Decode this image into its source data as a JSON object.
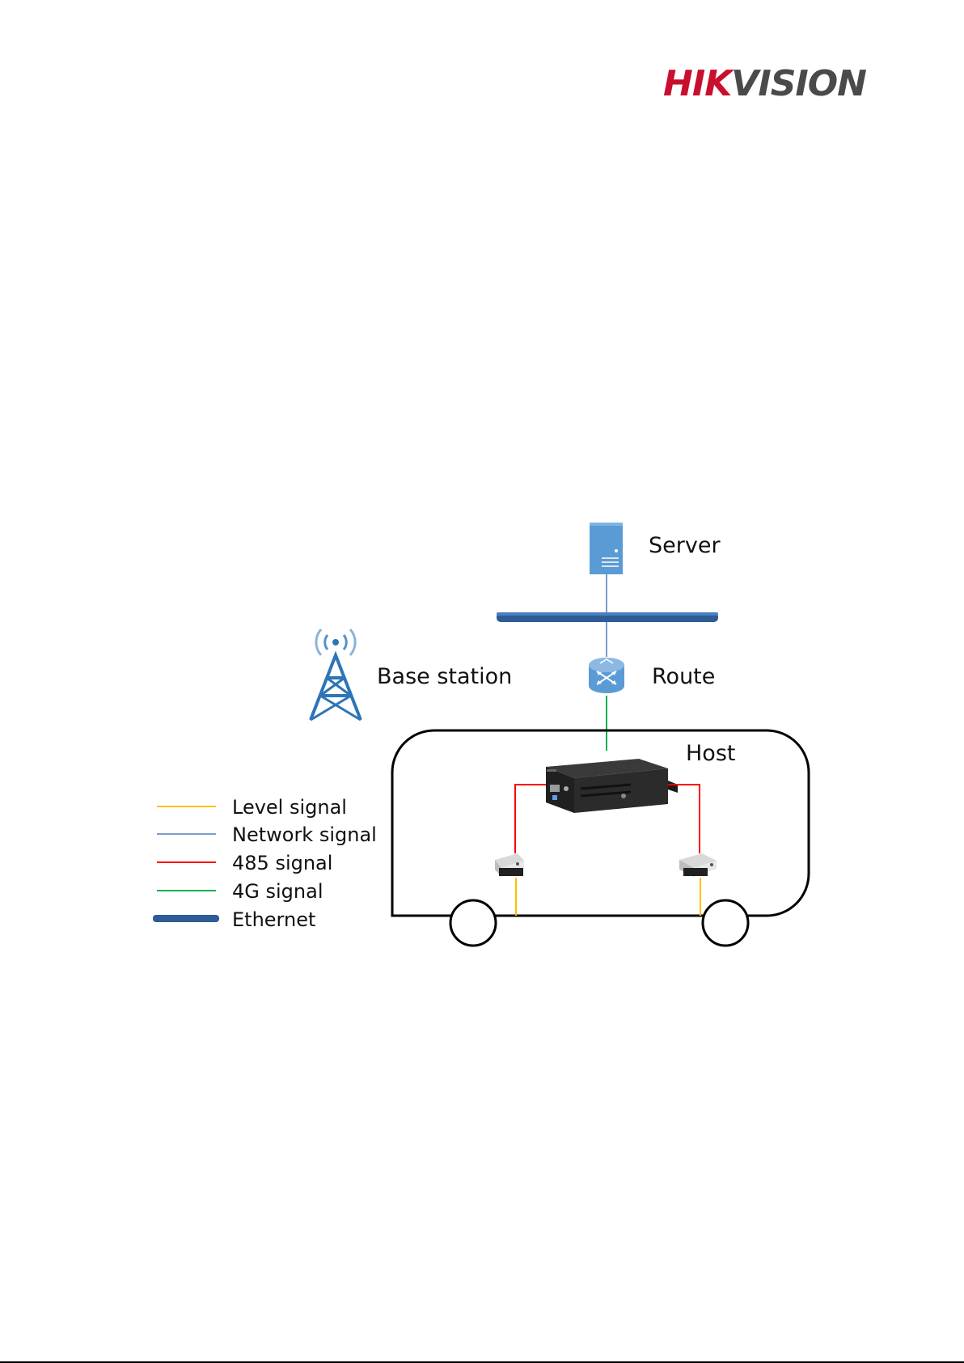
{
  "brand": {
    "logo_text": "HIKVISION",
    "logo_part1": "HIK",
    "logo_part2": "VISION"
  },
  "diagram": {
    "nodes": {
      "server": "Server",
      "base_station": "Base station",
      "route": "Route",
      "host": "Host"
    },
    "legend": [
      {
        "label": "Level signal",
        "color": "#FFC000"
      },
      {
        "label": "Network signal",
        "color": "#7A9CCB"
      },
      {
        "label": "485 signal",
        "color": "#FF0000"
      },
      {
        "label": "4G signal",
        "color": "#00B050"
      },
      {
        "label": "Ethernet",
        "color": "#2E5C96"
      }
    ]
  },
  "colors": {
    "brand_red": "#C8102E",
    "brand_gray": "#4A4A4A",
    "icon_blue": "#5B9BD5",
    "tower_blue": "#2E75B6"
  }
}
